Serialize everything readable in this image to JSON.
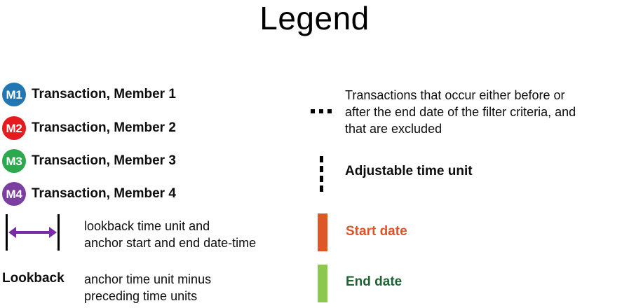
{
  "title": "Legend",
  "members": [
    {
      "code": "M1",
      "label": "Transaction, Member 1",
      "color": "#2277B3"
    },
    {
      "code": "M2",
      "label": "Transaction, Member 2",
      "color": "#E61B20"
    },
    {
      "code": "M3",
      "label": "Transaction, Member 3",
      "color": "#2CA84F"
    },
    {
      "code": "M4",
      "label": "Transaction, Member 4",
      "color": "#7B3FA0"
    }
  ],
  "lookback_arrow": {
    "description": "lookback time unit and\nanchor start and end date-time",
    "arrow_color": "#7A2BA8",
    "bar_color": "#000000"
  },
  "lookback_definition": {
    "term": "Lookback",
    "description": "anchor time unit minus\npreceding time units"
  },
  "excluded_transactions": {
    "icon": "horizontal-ellipsis",
    "description": "Transactions that occur either before or\nafter the end date of the filter criteria, and\nthat are excluded"
  },
  "adjustable_time_unit": {
    "icon": "vertical-dashed-line",
    "label": "Adjustable time unit"
  },
  "start_date": {
    "label": "Start date",
    "swatch_color": "#DD5826",
    "text_color": "#DF5327"
  },
  "end_date": {
    "label": "End date",
    "swatch_color": "#8CC850",
    "text_color": "#1F6333"
  }
}
